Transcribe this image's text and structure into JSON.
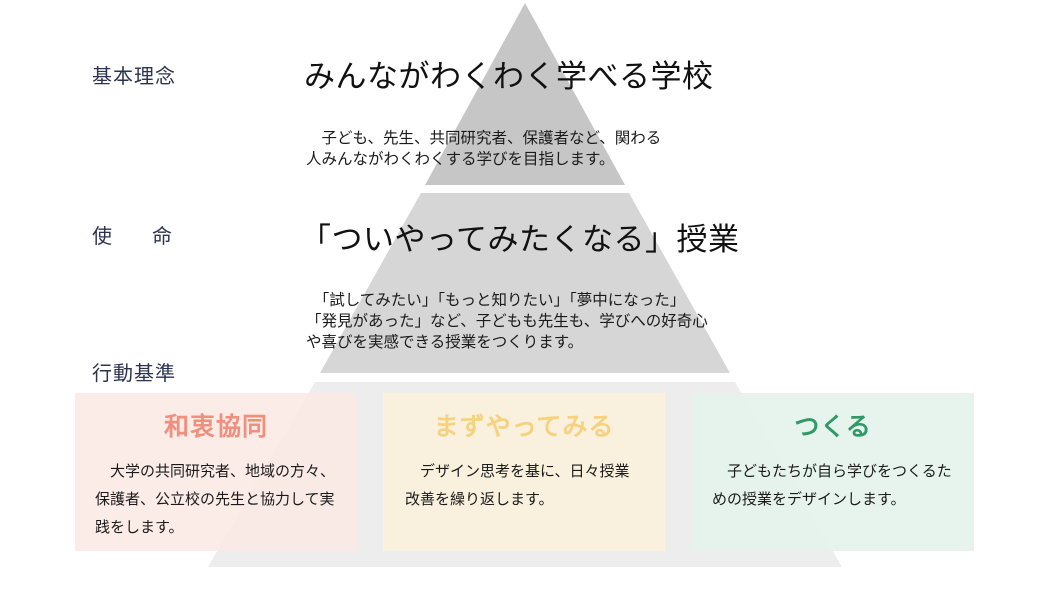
{
  "colors": {
    "pyramid_top": "#c6c6c6",
    "pyramid_mid": "#d6d6d6",
    "pyramid_base": "#ededed",
    "label_text": "#2c3350",
    "card1_bg": "#fbe9e5",
    "card1_title": "#f08f7e",
    "card2_bg": "#faf1dc",
    "card2_title": "#f6d27f",
    "card3_bg": "#e4f3ec",
    "card3_title": "#2f9a68"
  },
  "levels": {
    "philosophy": {
      "label": "基本理念",
      "heading": "みんながわくわく学べる学校",
      "desc_lines": [
        "　子ども、先生、共同研究者、保護者など、関わる",
        "人みんながわくわくする学びを目指します。"
      ]
    },
    "mission": {
      "label": "使　　命",
      "heading": "「ついやってみたくなる」授業",
      "desc_lines": [
        "　「試してみたい」「もっと知りたい」「夢中になった」",
        "「発見があった」など、子どもも先生も、学びへの好奇心",
        "や喜びを実感できる授業をつくります。"
      ]
    },
    "conduct": {
      "label": "行動基準"
    }
  },
  "cards": [
    {
      "title": "和衷協同",
      "text": "大学の共同研究者、地域の方々、保護者、公立校の先生と協力して実践をします。"
    },
    {
      "title": "まずやってみる",
      "text": "デザイン思考を基に、日々授業改善を繰り返します。"
    },
    {
      "title": "つくる",
      "text": "子どもたちが自ら学びをつくるための授業をデザインします。"
    }
  ]
}
